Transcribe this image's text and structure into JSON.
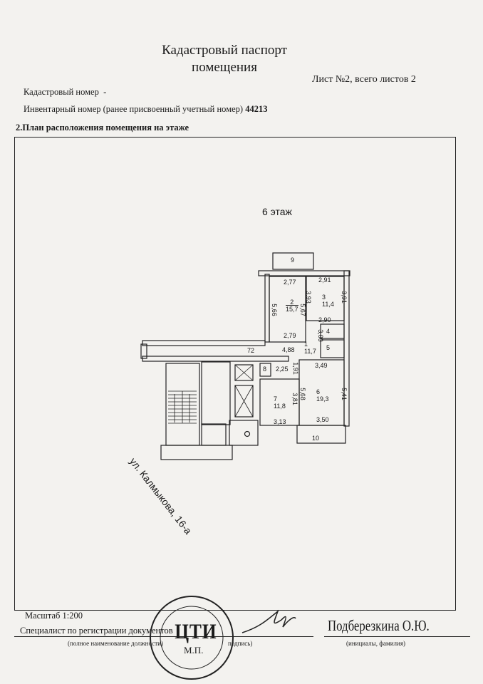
{
  "header": {
    "title_line1": "Кадастровый паспорт",
    "title_line2": "помещения",
    "sheet": "Лист №2, всего листов 2",
    "cadastral_label": "Кадастровый номер",
    "cadastral_value": "-",
    "inventory_label": "Инвентарный номер (ранее присвоенный учетный номер)",
    "inventory_value": "44213",
    "section_title": "2.План расположения помещения на этаже"
  },
  "plan": {
    "floor": "6 этаж",
    "street": "ул. Калмыкова, 16-а",
    "rooms": [
      {
        "no": "1",
        "area": "11,7"
      },
      {
        "no": "2",
        "area": "15,7"
      },
      {
        "no": "3",
        "area": "11,4"
      },
      {
        "no": "4"
      },
      {
        "no": "5"
      },
      {
        "no": "6",
        "area": "19,3"
      },
      {
        "no": "7",
        "area": "11,8"
      },
      {
        "no": "8"
      },
      {
        "no": "9"
      },
      {
        "no": "10"
      }
    ],
    "dimensions": [
      "2,77",
      "2,91",
      "5,66",
      "5,67",
      "3,93",
      "3,91",
      "2,90",
      "2,79",
      "3,00",
      "4,88",
      "72",
      "2,25",
      "1,91",
      "3,49",
      "5,68",
      "5,41",
      "3,81",
      "3,13",
      "3,50"
    ]
  },
  "footer": {
    "scale": "Масштаб 1:200",
    "specialist": "Специалист по регистрации документов",
    "position_caption": "(полное наименование должности)",
    "signature_caption": "подпись)",
    "name": "Подберезкина О.Ю.",
    "name_caption": "(инициалы, фамилия)",
    "stamp_text": "ЦТИ",
    "stamp_mp": "М.П."
  }
}
